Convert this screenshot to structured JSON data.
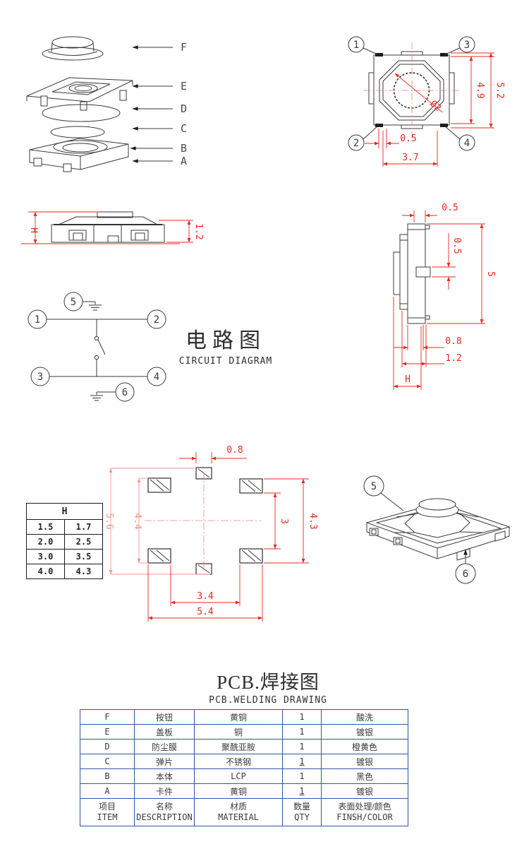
{
  "colors": {
    "line": "#3a3a3a",
    "dimension_red": "#e8281e",
    "dimension_light_red": "#f2968c",
    "table_border_blue": "#2e55a8"
  },
  "exploded": {
    "labels": [
      "F",
      "E",
      "D",
      "C",
      "B",
      "A"
    ]
  },
  "top_view": {
    "callout_1": "1",
    "callout_2": "2",
    "callout_3": "3",
    "callout_4": "4",
    "dim_inner_height": "4.9",
    "dim_outer_height": "5.2",
    "dim_pin_offset": "0.5",
    "dim_pin_pitch": "3.7",
    "dim_diameter": "Ø2"
  },
  "front_view": {
    "dim_total_height": "H",
    "dim_body_height": "1.2"
  },
  "side_view": {
    "dim_top_step": "0.5",
    "dim_lead_thickness": "0.5",
    "dim_width": "5",
    "dim_lead_length": "0.8",
    "dim_body_height": "1.2",
    "dim_total_height": "H"
  },
  "circuit": {
    "title_cn": "电路图",
    "title_en": "CIRCUIT DIAGRAM",
    "terminal_1": "1",
    "terminal_2": "2",
    "terminal_3": "3",
    "terminal_4": "4",
    "terminal_5": "5",
    "terminal_6": "6"
  },
  "footprint": {
    "dim_pad_width": "0.8",
    "dim_outer_height": "5.6",
    "dim_pad_span_left": "4.4",
    "dim_inner_span": "3",
    "dim_pad_span_right": "4.3",
    "dim_inner_pitch": "3.4",
    "dim_outer_pitch": "5.4",
    "h_table": {
      "header": "H",
      "rows": [
        [
          "1.5",
          "1.7"
        ],
        [
          "2.0",
          "2.5"
        ],
        [
          "3.0",
          "3.5"
        ],
        [
          "4.0",
          "4.3"
        ]
      ]
    }
  },
  "perspective": {
    "callout_5": "5",
    "callout_6": "6"
  },
  "welding": {
    "title_cn": "PCB.焊接图",
    "title_en": "PCB.WELDING DRAWING",
    "rows": [
      {
        "item": "F",
        "desc": "按钮",
        "material": "黄铜",
        "qty": "1",
        "finish": "酸洗"
      },
      {
        "item": "E",
        "desc": "盖板",
        "material": "铜",
        "qty": "1",
        "finish": "镀银"
      },
      {
        "item": "D",
        "desc": "防尘膜",
        "material": "聚酰亚胺",
        "qty": "1",
        "finish": "橙黄色"
      },
      {
        "item": "C",
        "desc": "弹片",
        "material": "不锈钢",
        "qty": "1",
        "finish": "镀银"
      },
      {
        "item": "B",
        "desc": "本体",
        "material": "LCP",
        "qty": "1",
        "finish": "黑色"
      },
      {
        "item": "A",
        "desc": "卡件",
        "material": "黄铜",
        "qty": "1",
        "finish": "镀银"
      }
    ],
    "footer": {
      "item_cn": "项目",
      "item_en": "ITEM",
      "desc_cn": "名称",
      "desc_en": "DESCRIPTION",
      "mat_cn": "材质",
      "mat_en": "MATERIAL",
      "qty_cn": "数量",
      "qty_en": "QTY",
      "fin_cn": "表面处理/颜色",
      "fin_en": "FINSH/COLOR"
    }
  }
}
